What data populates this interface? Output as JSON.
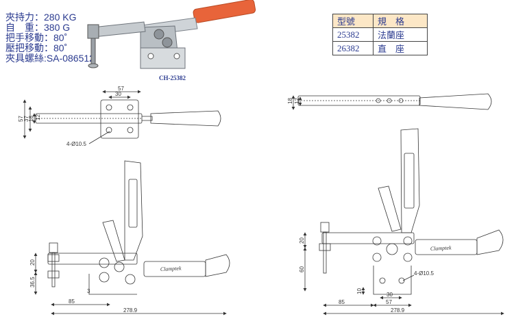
{
  "specs": [
    "夾持力：280 KG",
    "自　重：380 G",
    "把手移動：80˚",
    "壓把移動：80˚",
    "夾具螺絲:SA-086512"
  ],
  "caption": "CH-25382",
  "model_table": {
    "headers": [
      "型號",
      "規　格"
    ],
    "rows": [
      [
        "25382",
        "法蘭座"
      ],
      [
        "26382",
        "直　座"
      ]
    ]
  },
  "brand": "Clamptek",
  "dims": {
    "top_w57": "57",
    "top_w30": "30",
    "top_h57": "57",
    "top_h37": "37",
    "top_h18": "18",
    "top_h12": "12",
    "hole_left": "4-Ø10.5",
    "side_h18": "18",
    "side_h12": "12",
    "left_h20": "20",
    "left_h365": "36.5",
    "left_w3": "3",
    "left_w85": "85",
    "left_w2789": "278.9",
    "right_h20": "20",
    "right_h60": "60",
    "right_h10": "10",
    "right_w30": "30",
    "right_w57": "57",
    "right_w85": "85",
    "right_w2789": "278.9",
    "hole_right": "4-Ø10.5"
  },
  "colors": {
    "handle": "#e8643a",
    "line": "#333333",
    "text_blue": "#2a3a8f",
    "table_header": "#fce7c6"
  }
}
